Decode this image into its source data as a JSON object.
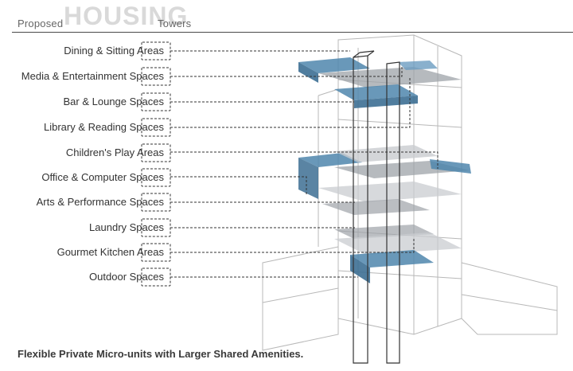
{
  "title": {
    "prefix": "Proposed",
    "main": "HOUSING",
    "suffix": "Towers"
  },
  "amenities": [
    "Dining & Sitting Areas",
    "Media & Entertainment Spaces",
    "Bar & Lounge Spaces",
    "Library & Reading Spaces",
    "Children's Play Areas",
    "Office & Computer Spaces",
    "Arts & Performance Spaces",
    "Laundry Spaces",
    "Gourmet Kitchen Areas",
    "Outdoor Spaces"
  ],
  "footer": "Flexible Private Micro-units with Larger Shared Amenities.",
  "colors": {
    "accent_blue": "#4f86ad",
    "glass_grey": "#c9ccd0",
    "line": "#333333"
  }
}
